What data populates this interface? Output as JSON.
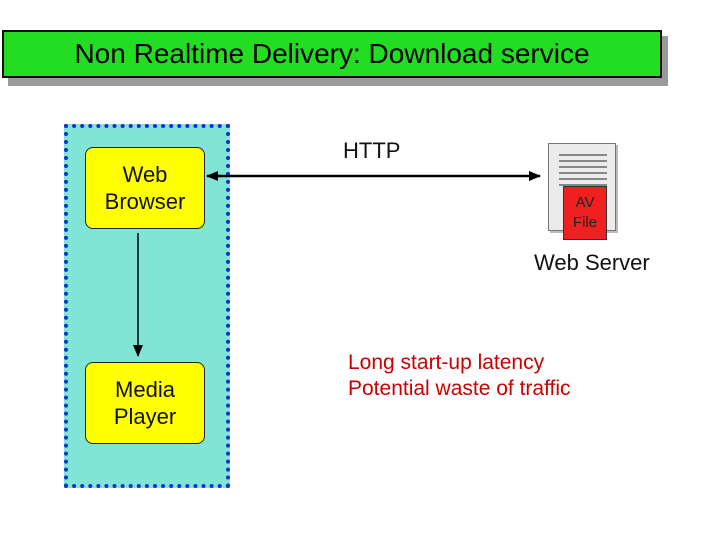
{
  "title": "Non Realtime Delivery: Download service",
  "client": {
    "browser_line1": "Web",
    "browser_line2": "Browser",
    "player_line1": "Media",
    "player_line2": "Player"
  },
  "connection": {
    "label": "HTTP"
  },
  "server": {
    "file_line1": "AV",
    "file_line2": "File",
    "label": "Web Server"
  },
  "notes": [
    "Long start-up latency",
    "Potential waste of traffic"
  ],
  "colors": {
    "title_bg": "#22dd22",
    "client_region_bg": "#80e5d4",
    "client_region_border": "#1a2bd8",
    "node_bg": "#ffff00",
    "av_file_bg": "#ee2020",
    "notes_text": "#cc0000"
  }
}
